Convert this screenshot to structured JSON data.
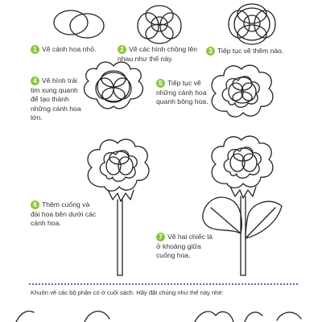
{
  "steps": [
    {
      "num": "1",
      "text": "Vẽ cánh hoa nhỏ."
    },
    {
      "num": "2",
      "text": "Vẽ các hình chồng lên nhau như thế này."
    },
    {
      "num": "3",
      "text": "Tiếp tục vẽ thêm nào."
    },
    {
      "num": "4",
      "text": "Vẽ hình trái tim xung quanh để tạo thành những cánh hoa lớn."
    },
    {
      "num": "5",
      "text": "Tiếp tục vẽ những cánh hoa quanh bông hoa."
    },
    {
      "num": "6",
      "text": "Thêm cuống và đài hoa bên dưới các cánh hoa."
    },
    {
      "num": "7",
      "text": "Vẽ hai chiếc lá ở khoảng giữa cuống hoa."
    }
  ],
  "footer_note": "Khuôn vẽ các bộ phận có ở cuối sách. Hãy đặt chúng như thế này nhé:",
  "colors": {
    "step_badge": "#8cc63f",
    "divider": "#6a5fb0",
    "ink": "#222222"
  }
}
